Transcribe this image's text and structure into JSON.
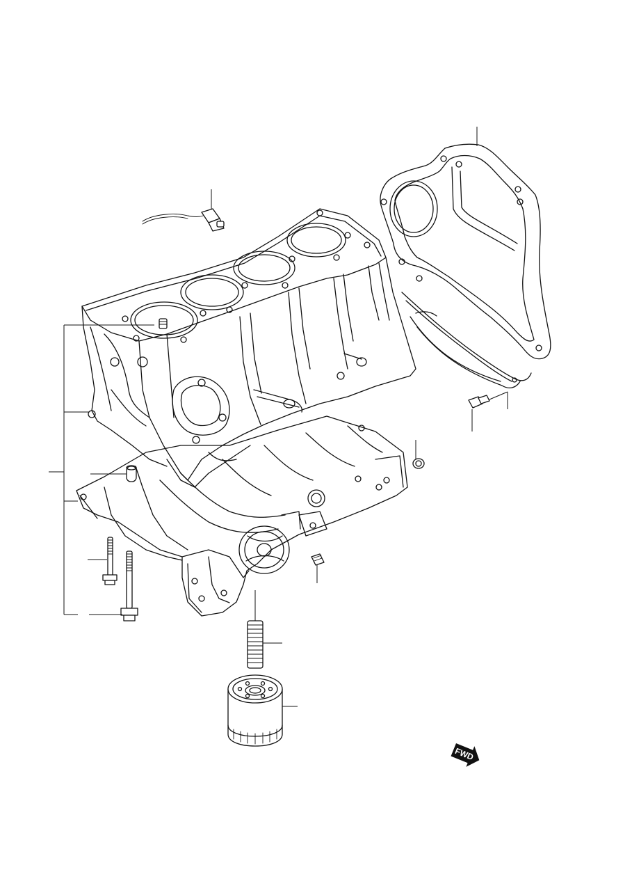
{
  "badge": {
    "fwd_label": "FWD"
  },
  "colors": {
    "line": "#111111",
    "background": "#ffffff"
  },
  "parts": [
    {
      "id": "cylinder-block",
      "icon": "engine-block-icon"
    },
    {
      "id": "rear-plate-gasket",
      "icon": "gasket-icon"
    },
    {
      "id": "knock-sensor",
      "icon": "sensor-icon"
    },
    {
      "id": "dowel-pin",
      "icon": "pin-icon"
    },
    {
      "id": "bolt-short",
      "icon": "bolt-icon"
    },
    {
      "id": "bolt-long",
      "icon": "bolt-icon"
    },
    {
      "id": "oil-filter-stud",
      "icon": "stud-icon"
    },
    {
      "id": "oil-filter",
      "icon": "oil-filter-icon"
    },
    {
      "id": "plug",
      "icon": "plug-icon"
    },
    {
      "id": "jet",
      "icon": "jet-icon"
    },
    {
      "id": "plate-bolt",
      "icon": "bolt-icon"
    },
    {
      "id": "cylinder-plug",
      "icon": "plug-icon"
    }
  ]
}
